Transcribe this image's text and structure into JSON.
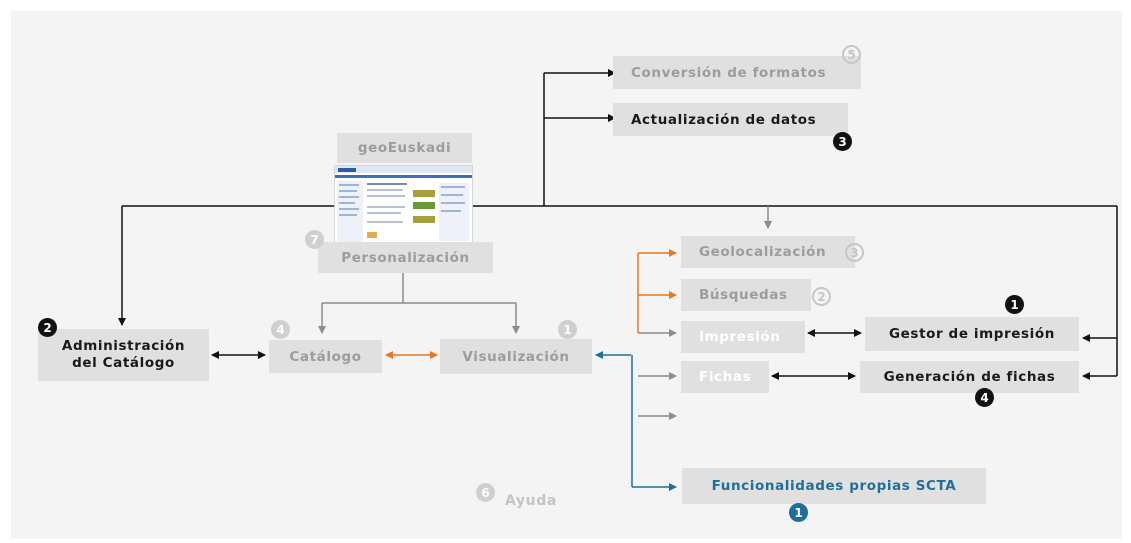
{
  "diagram": {
    "nodes": {
      "geoeuskadi": "geoEuskadi",
      "conversion": "Conversión de formatos",
      "actualizacion": "Actualización de datos",
      "personalizacion": "Personalización",
      "administracion_l1": "Administración",
      "administracion_l2": "del Catálogo",
      "catalogo": "Catálogo",
      "visualizacion": "Visualización",
      "geolocalizacion": "Geolocalización",
      "busquedas": "Búsquedas",
      "impresion": "Impresión",
      "fichas": "Fichas",
      "gestor": "Gestor de impresión",
      "generacion": "Generación de fichas",
      "funcionalidades": "Funcionalidades propias SCTA",
      "ayuda": "Ayuda"
    },
    "badges": {
      "conversion": "5",
      "actualizacion": "3",
      "personalizacion": "7",
      "administracion": "2",
      "catalogo": "4",
      "visualizacion": "1",
      "geolocalizacion": "3",
      "busquedas": "2",
      "gestor": "1",
      "generacion": "4",
      "funcionalidades": "1",
      "ayuda": "6"
    },
    "colors": {
      "arrow_black": "#111111",
      "arrow_gray": "#8c8c8c",
      "arrow_orange": "#e87722",
      "arrow_blue": "#1f6f9c",
      "box_bg": "#e0e0e0",
      "panel_bg": "#f4f4f4"
    }
  }
}
